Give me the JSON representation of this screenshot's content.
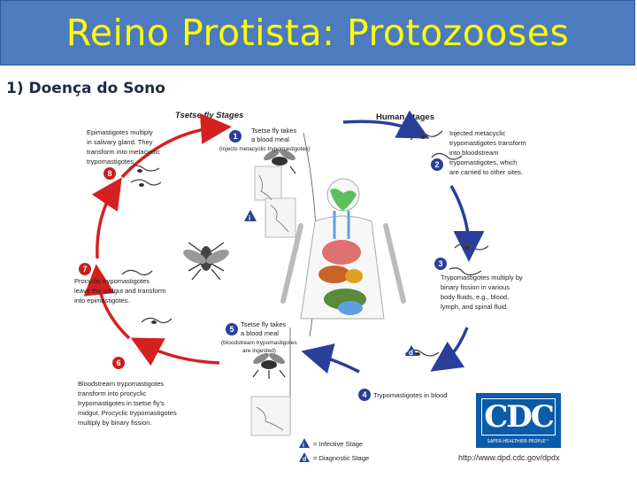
{
  "slide": {
    "title": "Reino Protista: Protozooses",
    "subtitle": "1) Doença do Sono"
  },
  "diagram": {
    "section_left": "Tsetse fly Stages",
    "section_right": "Human Stages",
    "stages": [
      {
        "num": "1",
        "lines": [
          "Tsetse fly takes",
          "a blood meal",
          "(injects metacyclic trypomastigotes)"
        ]
      },
      {
        "num": "2",
        "lines": [
          "Injected metacyclic",
          "trypomastigotes transform",
          "into bloodstream",
          "trypomastigotes, which",
          "are carried to other sites."
        ]
      },
      {
        "num": "3",
        "lines": [
          "Trypomastigotes multiply by",
          "binary fission in various",
          "body fluids, e.g., blood,",
          "lymph, and spinal fluid."
        ]
      },
      {
        "num": "4",
        "lines": [
          "Trypomastigotes in blood"
        ]
      },
      {
        "num": "5",
        "lines": [
          "Tsetse fly takes",
          "a blood meal",
          "(bloodstream trypomastigotes",
          "are ingested)"
        ]
      },
      {
        "num": "6",
        "lines": [
          "Bloodstream trypomastigotes",
          "transform into procyclic",
          "trypomastigotes in tsetse fly's",
          "midgut. Procyclic trypomastigotes",
          "multiply by binary fission."
        ]
      },
      {
        "num": "7",
        "lines": [
          "Procyclic trypomastigotes",
          "leave the midgut and transform",
          "into epimastigotes."
        ]
      },
      {
        "num": "8",
        "lines": [
          "Epimastigotes multiply",
          "in salivary gland. They",
          "transform into metacyclic",
          "trypomastigotes."
        ]
      }
    ],
    "legend": {
      "infective_marker": "i",
      "infective_label": "= Infective Stage",
      "diagnostic_marker": "d",
      "diagnostic_label": "= Diagnostic Stage"
    },
    "marker_d": "d"
  },
  "logo": {
    "name": "CDC",
    "tagline": "SAFER·HEALTHIER·PEOPLE™",
    "url": "http://www.dpd.cdc.gov/dpdx"
  },
  "colors": {
    "title_bar": "#4d7bbf",
    "title_text": "#ffff00",
    "arrow_red": "#d42020",
    "arrow_blue": "#2a3f9a",
    "stage_circle": "#2a3f9a"
  }
}
